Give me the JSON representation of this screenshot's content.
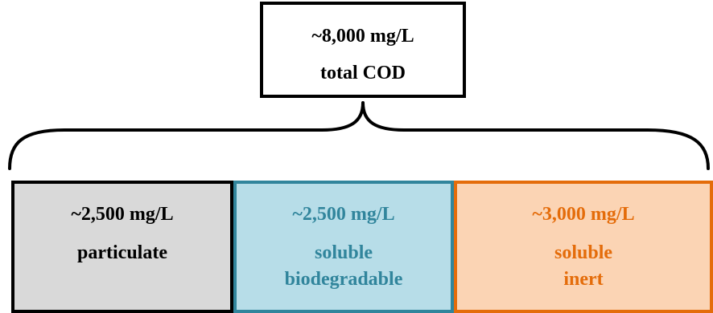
{
  "total": {
    "value": "~8,000 mg/L",
    "label": "total COD"
  },
  "components": [
    {
      "value": "~2,500 mg/L",
      "label_line1": "particulate",
      "label_line2": "",
      "border_color": "#000000",
      "fill_color": "#d9d9d9",
      "text_color": "#000000"
    },
    {
      "value": "~2,500 mg/L",
      "label_line1": "soluble",
      "label_line2": "biodegradable",
      "border_color": "#31859c",
      "fill_color": "#b7dde8",
      "text_color": "#31859c"
    },
    {
      "value": "~3,000 mg/L",
      "label_line1": "soluble",
      "label_line2": "inert",
      "border_color": "#e46c0a",
      "fill_color": "#fbd4b4",
      "text_color": "#e46c0a"
    }
  ]
}
